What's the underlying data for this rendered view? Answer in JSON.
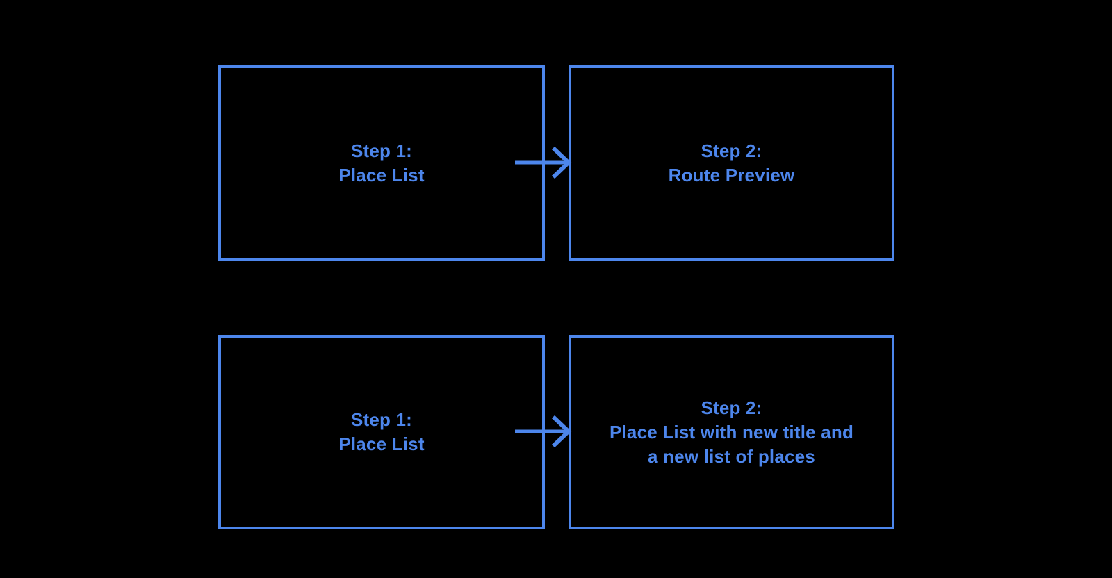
{
  "colors": {
    "background": "#000000",
    "accent": "#4D86EC"
  },
  "flow": {
    "rows": [
      {
        "from": {
          "lines": [
            "Step 1:",
            "Place List"
          ]
        },
        "to": {
          "lines": [
            "Step 2:",
            "Route Preview"
          ]
        }
      },
      {
        "from": {
          "lines": [
            "Step 1:",
            "Place List"
          ]
        },
        "to": {
          "lines": [
            "Step 2:",
            "Place List with new title and",
            "a new list of places"
          ]
        }
      }
    ]
  }
}
